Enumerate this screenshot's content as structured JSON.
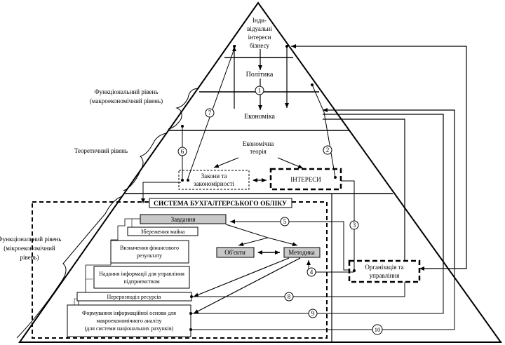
{
  "apex": {
    "lines": [
      "Інди-",
      "відуальні",
      "інтереси",
      "бізнесу"
    ]
  },
  "levels": {
    "politics": "Політика",
    "economy": "Економіка",
    "functional_macro": [
      "Функціональний рівень",
      "(макроекономічний рівень)"
    ],
    "theoretical": "Теоретичний рівень",
    "functional_micro": [
      "Функціональний рівень",
      "(мікроекономічний",
      "рівень)"
    ]
  },
  "theory": {
    "econ_theory": [
      "Економічна",
      "теорія"
    ],
    "laws": [
      "Закони та",
      "закономірності"
    ],
    "interests": "ІНТЕРЕСИ"
  },
  "system": {
    "title": "СИСТЕМА БУХГАЛТЕРСЬКОГО ОБЛІКУ",
    "tasks": "Завдання",
    "preservation": "Збереження майна",
    "financial_result": [
      "Визначення фінансового",
      "результату"
    ],
    "provision_info": [
      "Надання інформації для управління",
      "підприємством"
    ],
    "resource_reallocation": "Перерозподіл ресурсів",
    "info_basis": [
      "Формування інформаційної основи для",
      "макроекономічного аналізу",
      "(для системи національних рахунків)"
    ],
    "objects": "Об'єкти",
    "method": "Методика",
    "organization": [
      "Організація та",
      "управління"
    ]
  },
  "markers": [
    "1",
    "2",
    "3",
    "4",
    "5",
    "6",
    "7",
    "8",
    "9",
    "10"
  ],
  "colors": {
    "gray_box": "#c8c8c8",
    "line": "#000000"
  }
}
